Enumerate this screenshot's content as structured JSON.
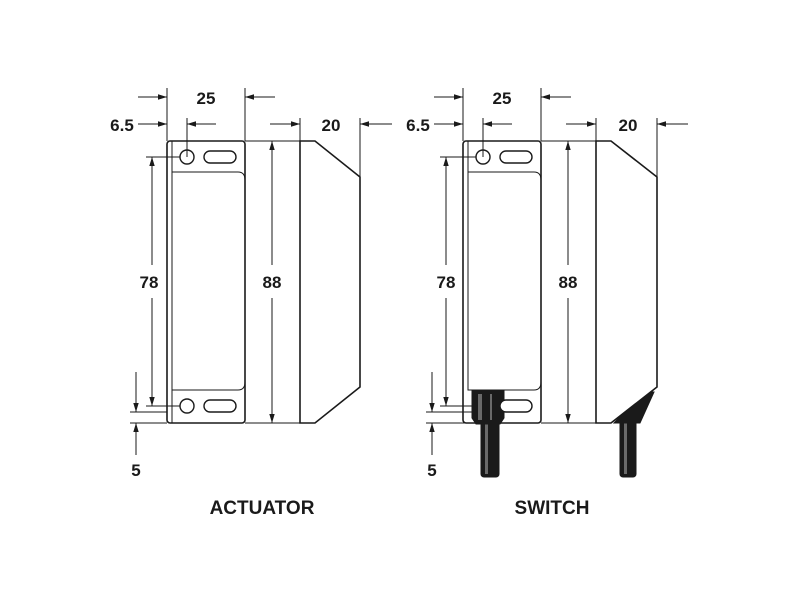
{
  "actuator": {
    "caption": "ACTUATOR",
    "dim_width": "25",
    "dim_hole_offset": "6.5",
    "dim_depth": "20",
    "dim_inner_height": "78",
    "dim_height": "88",
    "dim_bottom": "5"
  },
  "switch": {
    "caption": "SWITCH",
    "dim_width": "25",
    "dim_hole_offset": "6.5",
    "dim_depth": "20",
    "dim_inner_height": "78",
    "dim_height": "88",
    "dim_bottom": "5"
  },
  "colors": {
    "line": "#1a1a1a",
    "background": "#ffffff"
  }
}
